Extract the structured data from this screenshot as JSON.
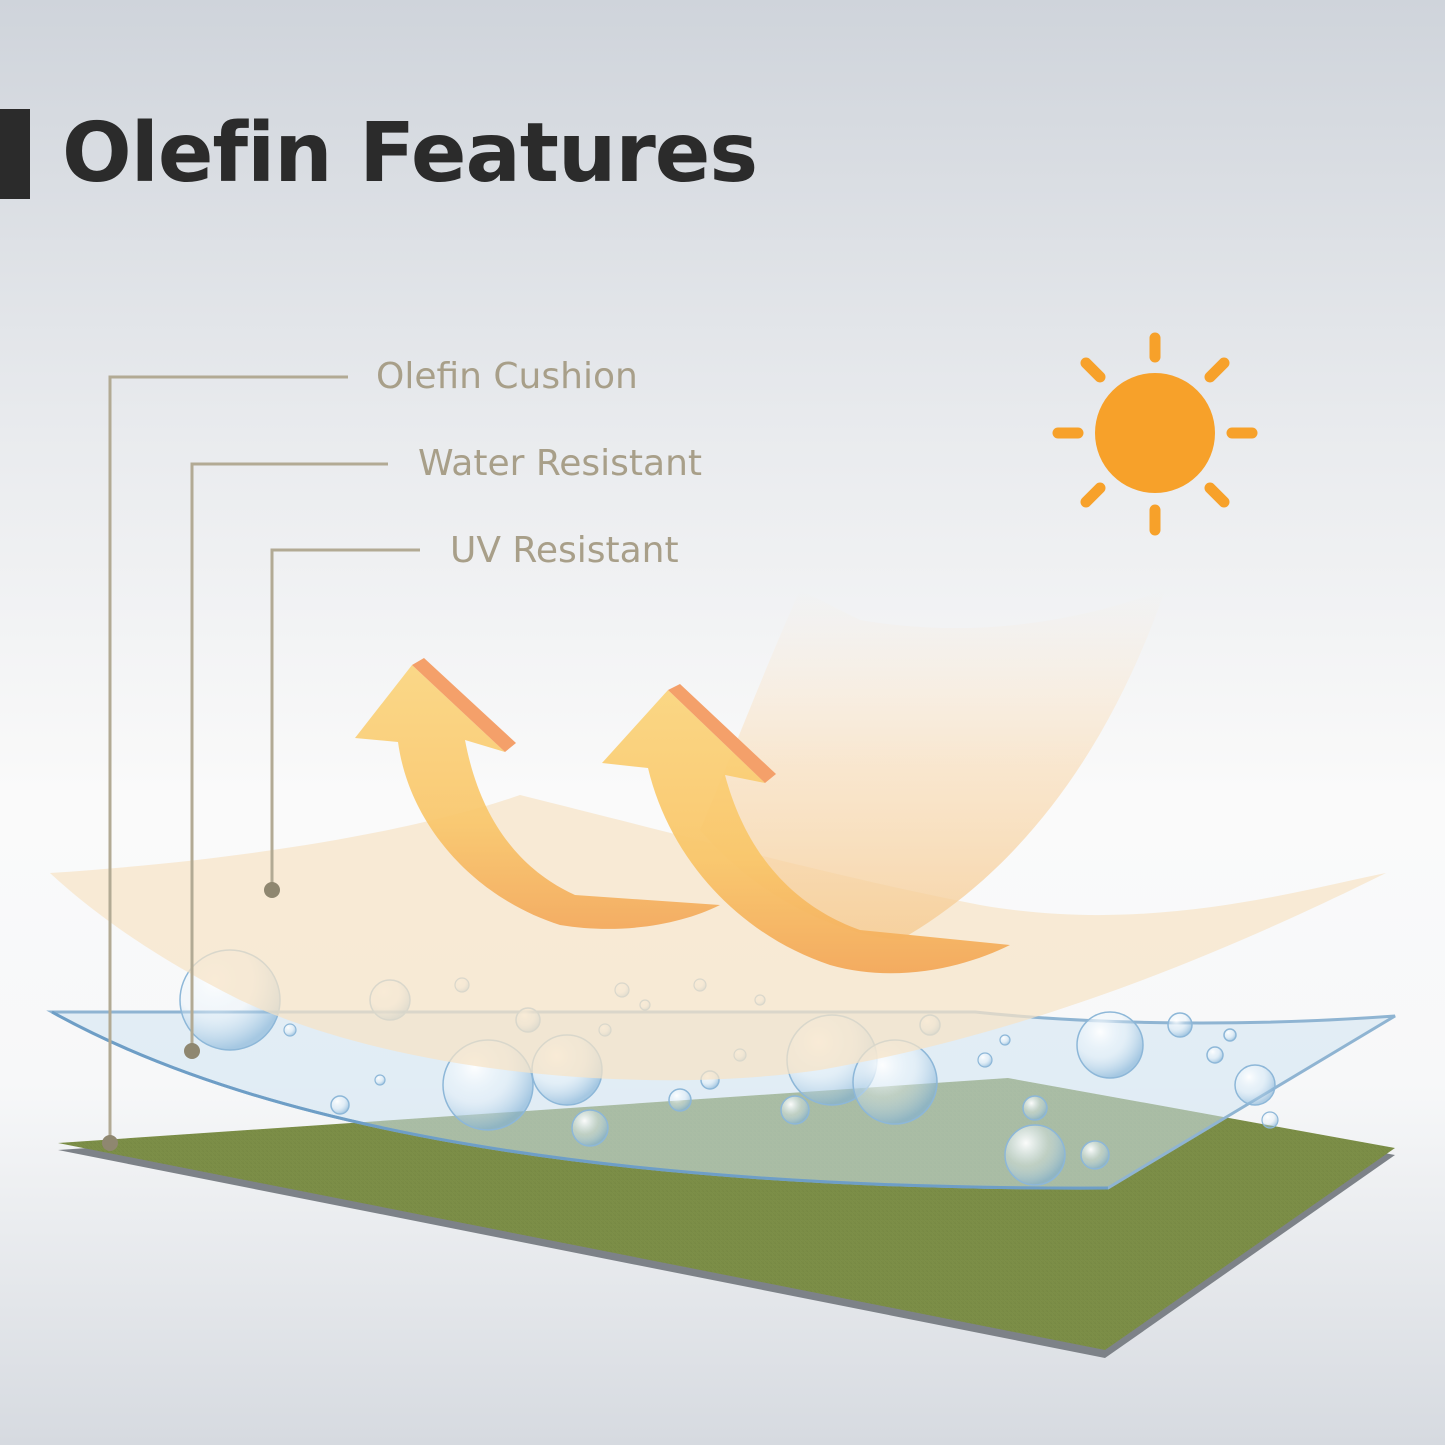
{
  "title": "Olefin Features",
  "labels": {
    "olefin_cushion": "Olefin Cushion",
    "water_resistant": "Water Resistant",
    "uv_resistant": "UV Resistant"
  },
  "colors": {
    "title": "#2b2b2b",
    "label": "#a89f89",
    "leader_line": "#b2aa94",
    "sun": "#f7a12a",
    "fabric_green": "#7b8c47",
    "water_layer": "#bcd7ec",
    "uv_layer": "#f4dfc0",
    "arrow": "#f8c868"
  },
  "icons": [
    "sun-icon",
    "arrow-icon",
    "bubble-icon"
  ]
}
